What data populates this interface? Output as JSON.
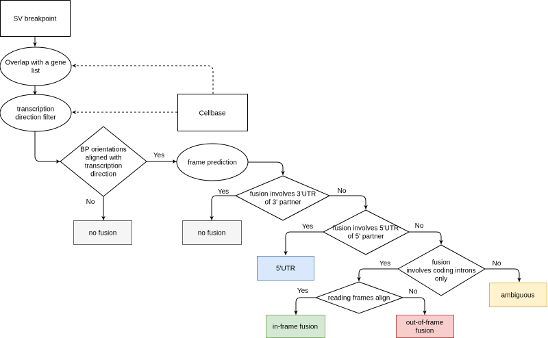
{
  "colors": {
    "stroke": "#000000",
    "grey_fill": "#f5f5f5",
    "grey_stroke": "#666666",
    "blue_fill": "#dae8fc",
    "blue_stroke": "#6c8ebf",
    "green_fill": "#d5e8d4",
    "green_stroke": "#82b366",
    "red_fill": "#f8cecc",
    "red_stroke": "#b85450",
    "yellow_fill": "#fff2cc",
    "yellow_stroke": "#d6b656"
  },
  "nodes": {
    "sv_breakpoint": {
      "lines": [
        "SV breakpoint"
      ]
    },
    "overlap_gene_list": {
      "lines": [
        "Overlap with a gene",
        "list"
      ]
    },
    "transcription_filter": {
      "lines": [
        "transcription",
        "direction filter"
      ]
    },
    "cellbase": {
      "lines": [
        "Cellbase"
      ]
    },
    "bp_orientations": {
      "lines": [
        "BP orientations",
        "aligned with",
        "transcription",
        "direction"
      ]
    },
    "frame_prediction": {
      "lines": [
        "frame prediction"
      ]
    },
    "no_fusion_1": {
      "lines": [
        "no fusion"
      ]
    },
    "no_fusion_2": {
      "lines": [
        "no fusion"
      ]
    },
    "fusion_3utr": {
      "lines": [
        "fusion involves 3'UTR",
        "of 3' partner"
      ]
    },
    "fusion_5utr": {
      "lines": [
        "fusion involves 5'UTR",
        "of 5' partner"
      ]
    },
    "utr5_result": {
      "lines": [
        "5'UTR"
      ]
    },
    "coding_introns": {
      "lines": [
        "fusion",
        "involves coding introns",
        "only"
      ]
    },
    "ambiguous": {
      "lines": [
        "ambiguous"
      ]
    },
    "reading_frames": {
      "lines": [
        "reading frames align"
      ]
    },
    "in_frame": {
      "lines": [
        "in-frame fusion"
      ]
    },
    "out_of_frame": {
      "lines": [
        "out-of-frame",
        "fusion"
      ]
    }
  },
  "edge_labels": {
    "bp_yes": "Yes",
    "bp_no": "No",
    "utr3_yes": "Yes",
    "utr3_no": "No",
    "utr5_yes": "Yes",
    "utr5_no": "No",
    "introns_yes": "Yes",
    "introns_no": "No",
    "frames_yes": "Yes",
    "frames_no": "No"
  }
}
